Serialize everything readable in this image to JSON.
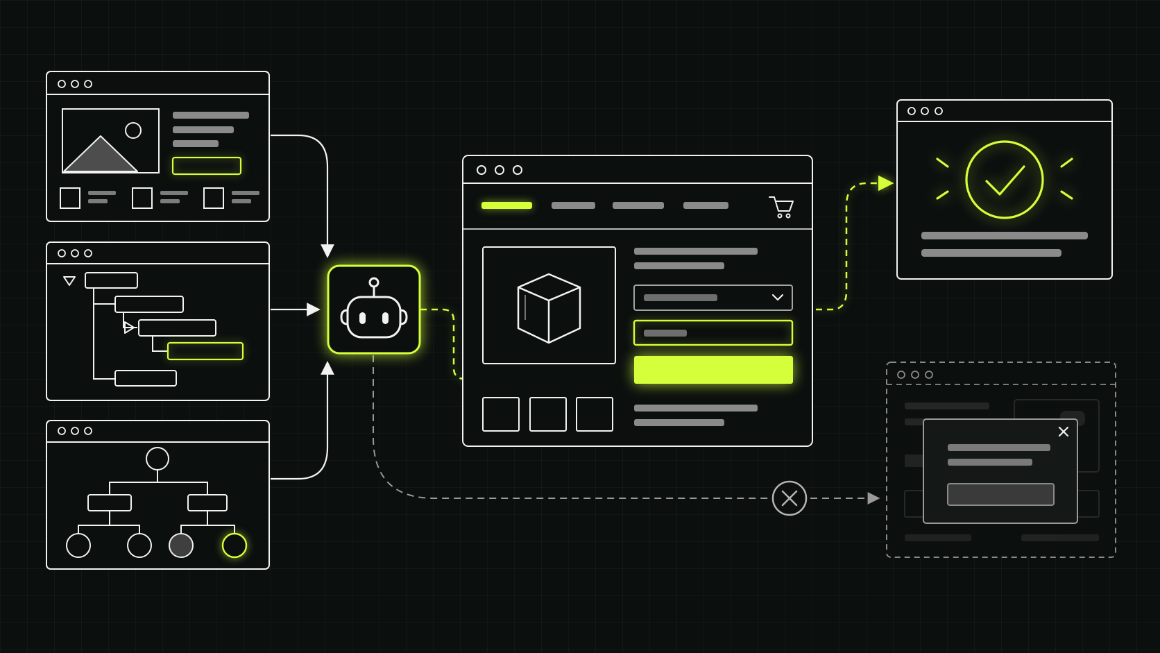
{
  "colors": {
    "background": "#0b0f0e",
    "line": "#f2f2f2",
    "accent": "#d4ff3a",
    "placeholder_bar": "#8a8a8a",
    "muted": "#7c7c7c",
    "dim": "#555555"
  },
  "icons": {
    "agent": "robot-icon",
    "cart": "shopping-cart-icon",
    "product": "cube-icon",
    "image": "image-placeholder-icon",
    "success": "check-circle-icon",
    "failure": "x-circle-icon",
    "close": "close-icon",
    "dropdown": "chevron-down-icon",
    "collapse": "triangle-down-icon",
    "expand": "triangle-right-icon"
  },
  "nodes": [
    "input-window-image-layout",
    "input-window-tree-list",
    "input-window-hierarchy",
    "agent-node",
    "product-page-window",
    "success-window",
    "dialog-window-ghost"
  ],
  "edges": [
    {
      "from": "input-window-image-layout",
      "to": "agent-node",
      "style": "solid"
    },
    {
      "from": "input-window-tree-list",
      "to": "agent-node",
      "style": "solid"
    },
    {
      "from": "input-window-hierarchy",
      "to": "agent-node",
      "style": "solid"
    },
    {
      "from": "agent-node",
      "to": "product-page-window",
      "style": "dashed-accent"
    },
    {
      "from": "product-page-window",
      "to": "success-window",
      "style": "dashed-accent"
    },
    {
      "from": "agent-node",
      "to": "dialog-window-ghost",
      "style": "dashed-muted",
      "blocked": true
    }
  ]
}
